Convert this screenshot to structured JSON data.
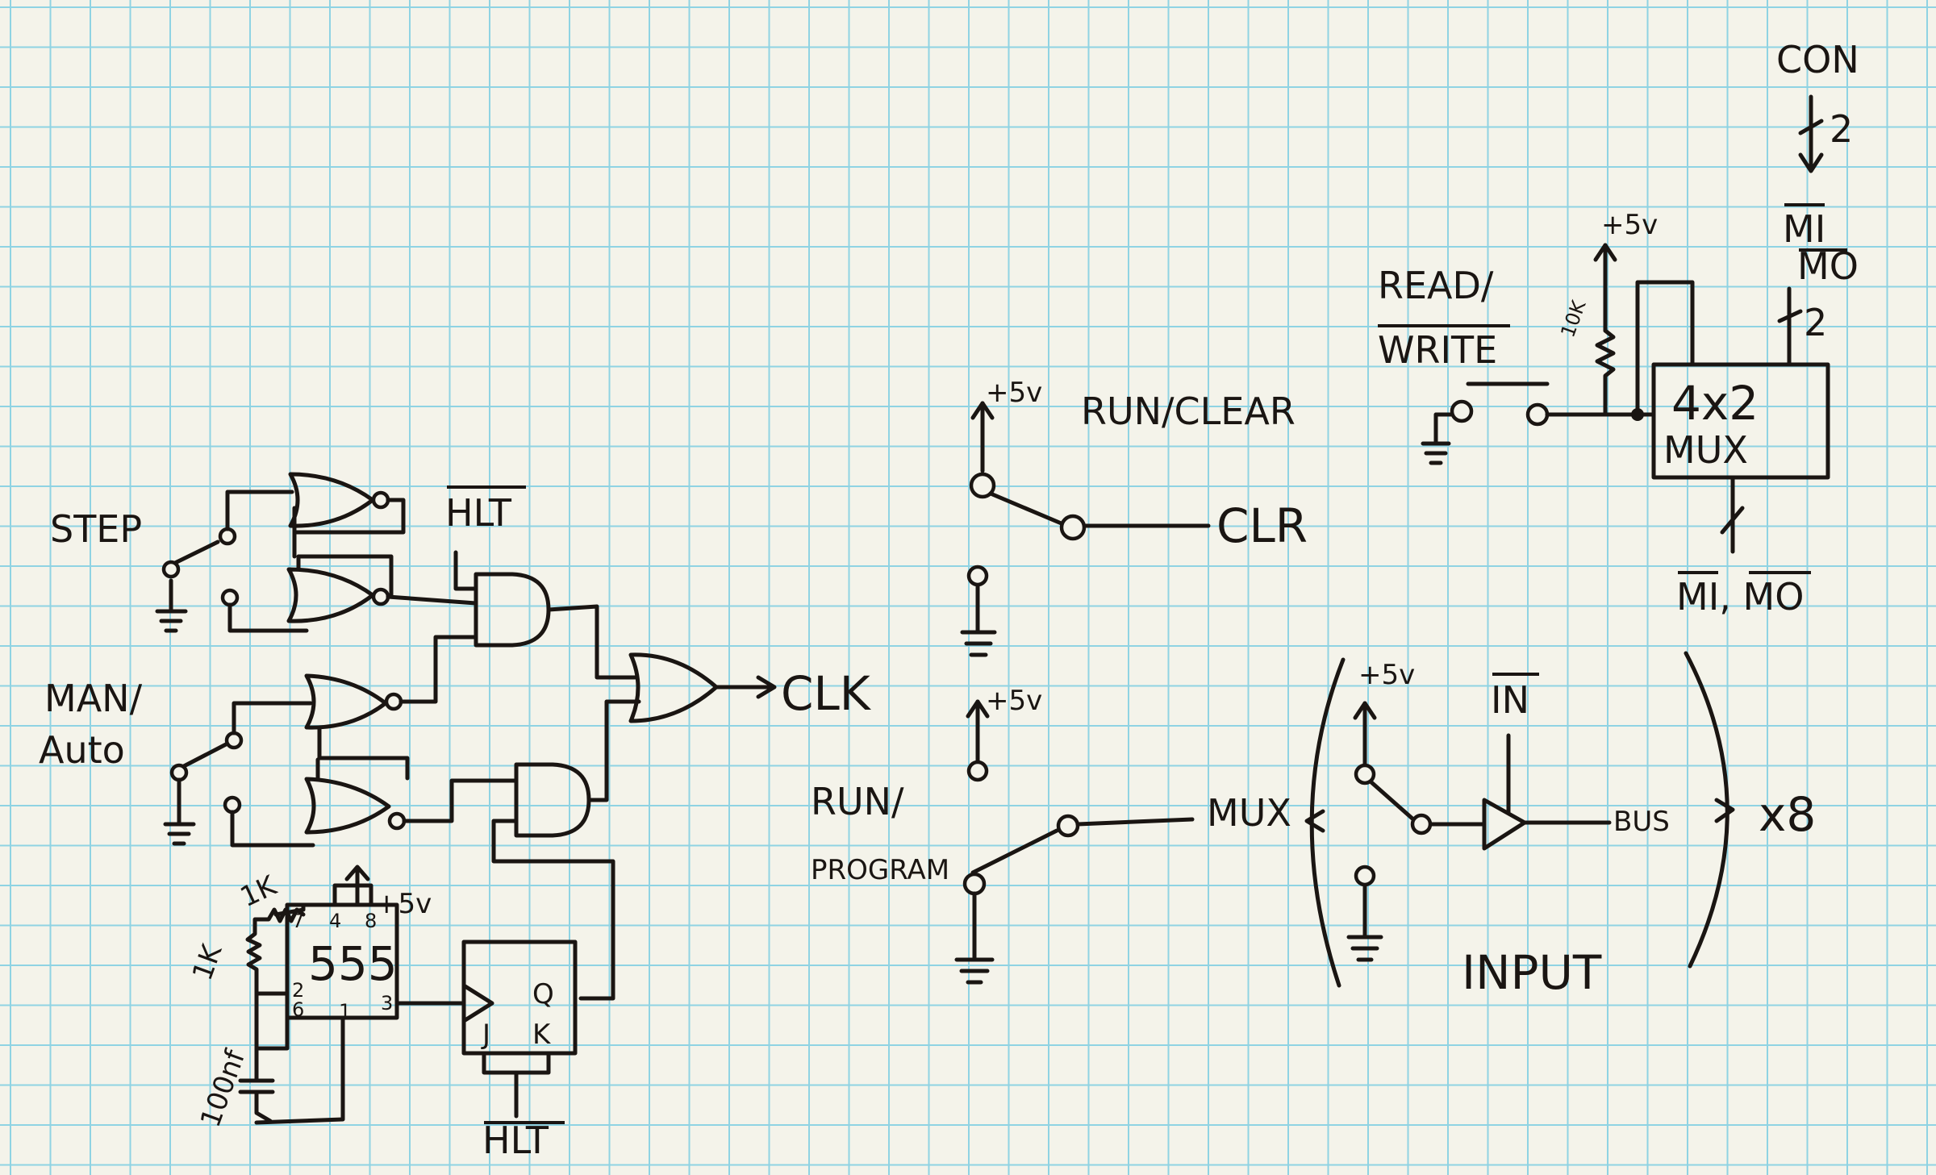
{
  "labels": {
    "step": "STEP",
    "man_auto_1": "MAN/",
    "man_auto_2": "Auto",
    "hlt_top": "HLT",
    "clk": "CLK",
    "plus5v_555": "+5v",
    "r1": "1K",
    "r2": "1K",
    "cap": "100nf",
    "ic555": "555",
    "pin7": "7",
    "pin4": "4",
    "pin8": "8",
    "pin2": "2",
    "pin6": "6",
    "pin1": "1",
    "pin3": "3",
    "jk_q": "Q",
    "jk_j": "J",
    "jk_k": "K",
    "hlt_bottom": "HLT",
    "plus5v_runclear": "+5v",
    "run_clear": "RUN/CLEAR",
    "clr": "CLR",
    "plus5v_mid": "+5v",
    "run_program_1": "RUN/",
    "run_program_2": "PROGRAM",
    "mux_out": "MUX",
    "plus5v_input": "+5v",
    "in": "IN",
    "bus": "BUS",
    "x8": "x8",
    "input": "INPUT",
    "read_write_1": "READ/",
    "read_write_2": "WRITE",
    "r10k": "10K",
    "plus5v_mux": "+5v",
    "mux_4x2_1": "4x2",
    "mux_4x2_2": "MUX",
    "con": "CON",
    "bus2_top": "2",
    "mi_mo_1": "MI",
    "mi_mo_2": "MO",
    "bus2_mid": "2",
    "mi_mo_out": "MI, MO"
  }
}
